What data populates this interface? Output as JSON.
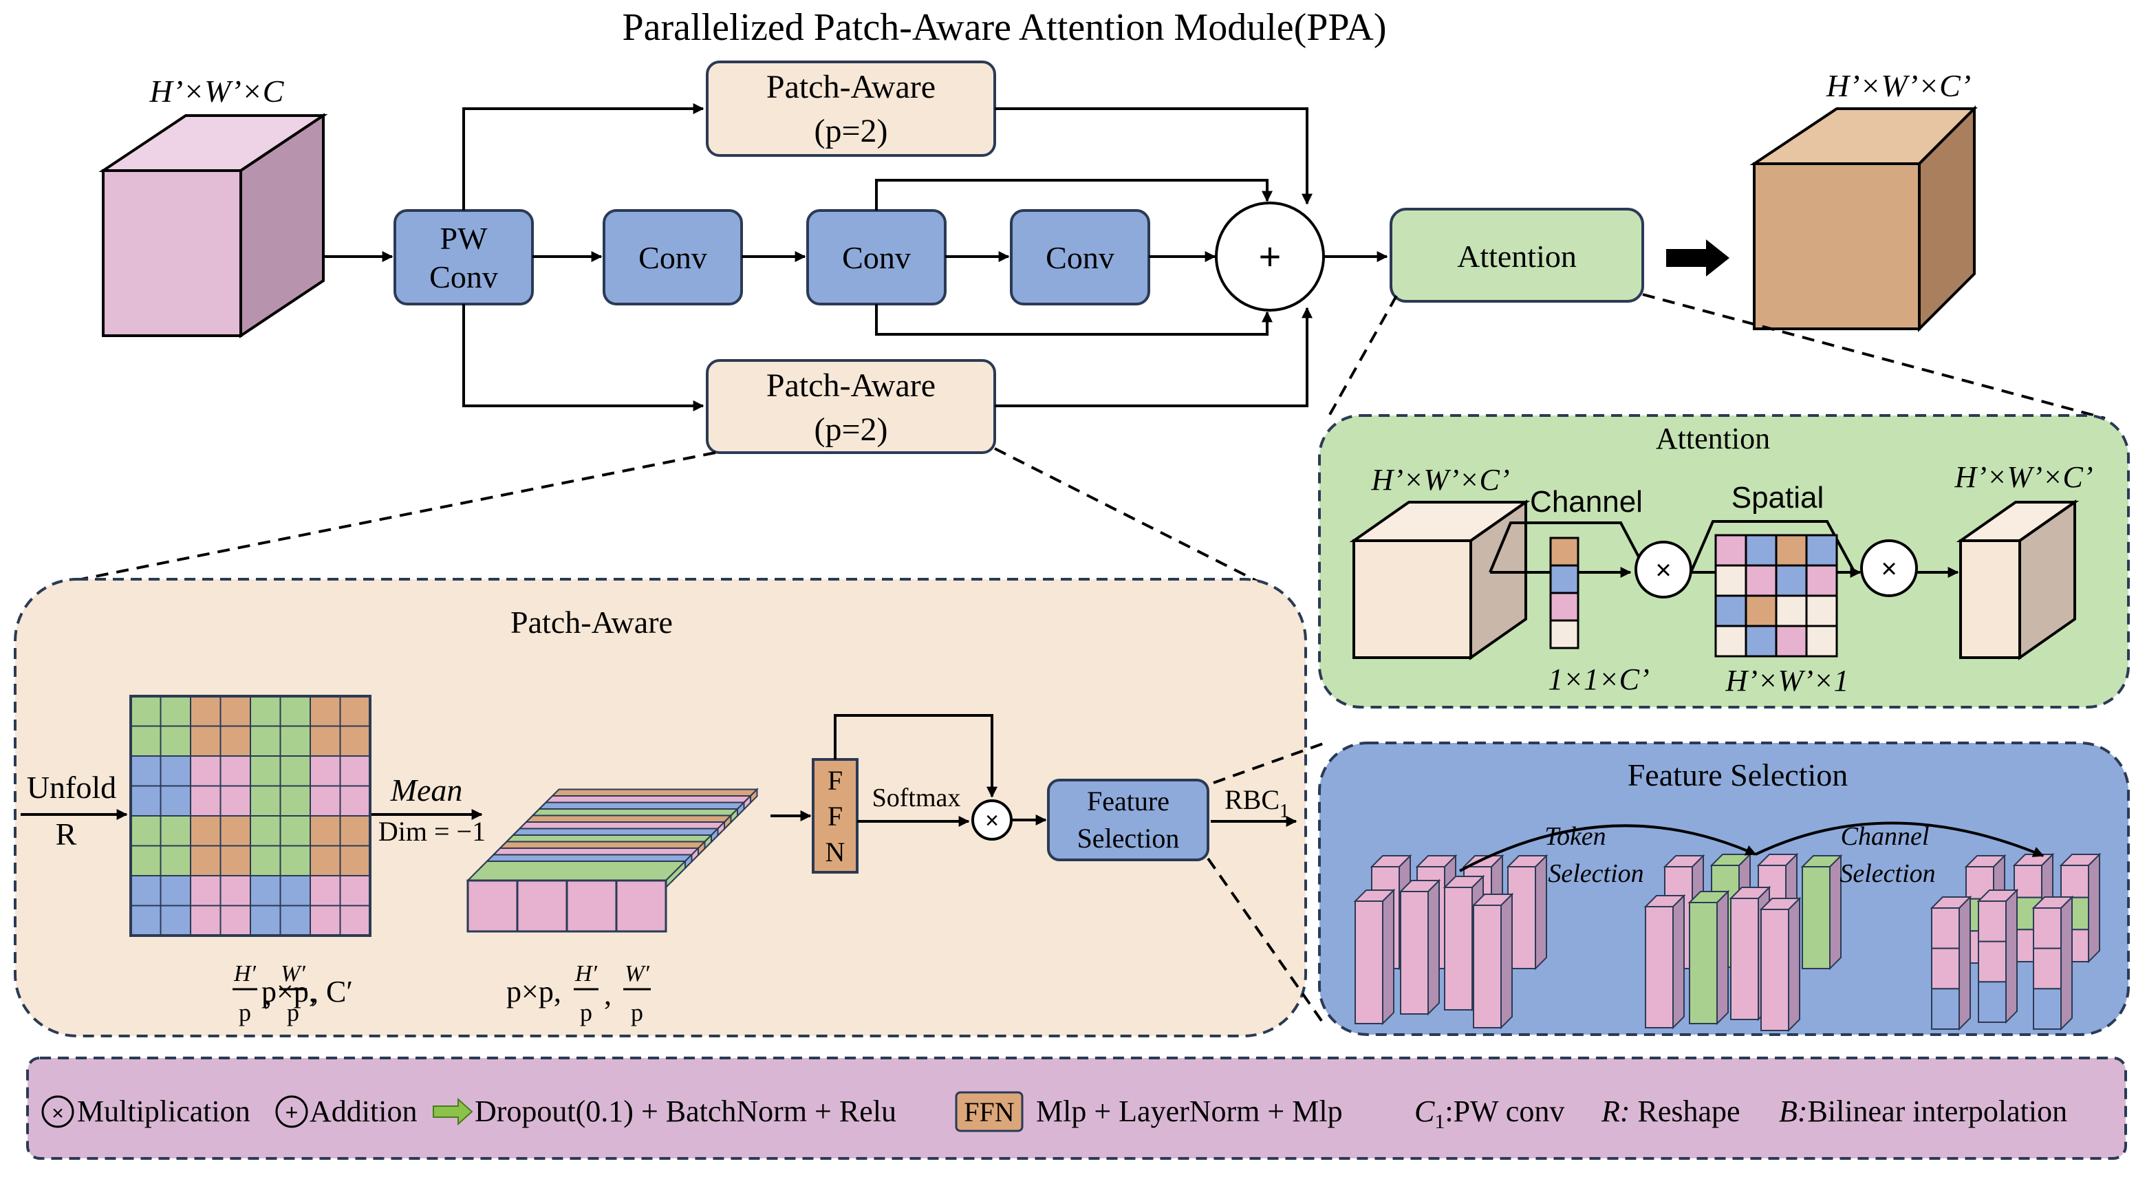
{
  "title": "Parallelized Patch-Aware Attention Module(PPA)",
  "top": {
    "input_dim": "H’×W’×C",
    "output_dim": "H’×W’×C’",
    "pw_conv": [
      "PW",
      "Conv"
    ],
    "conv1": "Conv",
    "conv2": "Conv",
    "conv3": "Conv",
    "pa_top": [
      "Patch-Aware",
      "(p=2)"
    ],
    "pa_bottom": [
      "Patch-Aware",
      "(p=2)"
    ],
    "plus": "+",
    "attention": "Attention"
  },
  "attention_panel": {
    "title": "Attention",
    "dim_in": "H’×W’×C’",
    "dim_out": "H’×W’×C’",
    "channel": "Channel",
    "spatial": "Spatial",
    "channel_dim": "1×1×C’",
    "spatial_dim": "H’×W’×1",
    "mult": "×"
  },
  "patch_panel": {
    "title": "Patch-Aware",
    "unfold": "Unfold",
    "r": "R",
    "mean": "Mean",
    "dim": "Dim = −1",
    "dim1": "p×p,",
    "dim1_h": "H′",
    "dim1_w": "W′",
    "dim1_den": "p",
    "dim1_c": ", C′",
    "dim2": "p×p,",
    "ffn": [
      "F",
      "F",
      "N"
    ],
    "softmax": "Softmax",
    "mult": "×",
    "feature_selection": [
      "Feature",
      "Selection"
    ],
    "rbc": "RBC",
    "rbc_sub": "1"
  },
  "feature_panel": {
    "title": "Feature Selection",
    "token": [
      "Token",
      "Selection"
    ],
    "channel": [
      "Channel",
      "Selection"
    ]
  },
  "legend": {
    "mult_sym": "×",
    "mult": "Multiplication",
    "add_sym": "+",
    "add": "Addition",
    "dropout": "Dropout(0.1) + BatchNorm + Relu",
    "ffn": "FFN",
    "ffn_desc": "Mlp + LayerNorm + Mlp",
    "c1": "C",
    "c1_sub": "1",
    "c1_desc": ":PW conv",
    "r": "R:",
    "r_desc": " Reshape",
    "b": "B:",
    "b_desc": "Bilinear interpolation"
  },
  "colors": {
    "pink": "#e3bcd6",
    "blue": "#8eaadb",
    "beige": "#f6e7d6",
    "green": "#c7e3b6",
    "orange": "#d8a87c",
    "ffn_orange": "#dba77a",
    "grid_green": "#a9d08e",
    "grid_pink": "#e6b2cf",
    "grid_orange": "#d8a57d",
    "grid_blue": "#8ea9db",
    "legend_bg": "#d9b7d4",
    "fs_bg": "#8eaadb",
    "green_panel": "#c5e2b3"
  }
}
